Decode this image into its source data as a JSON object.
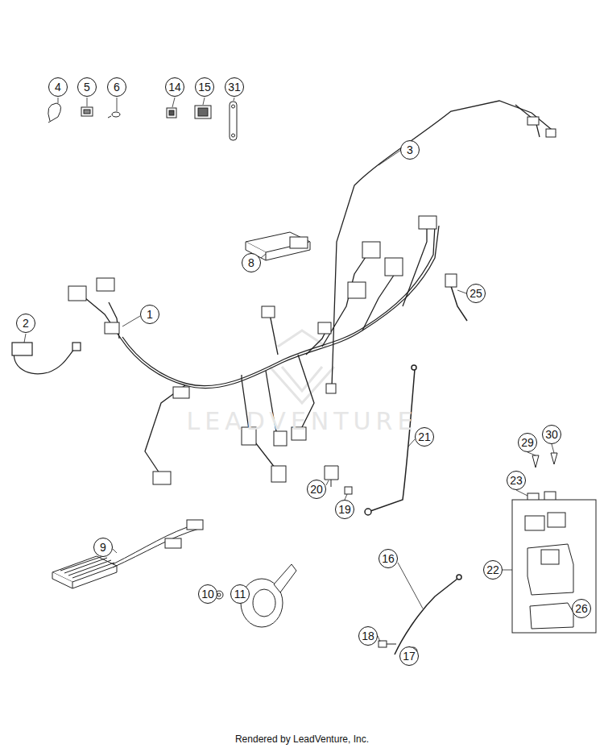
{
  "diagram": {
    "caption": "Rendered by LeadVenture, Inc.",
    "nodes": [
      {
        "text": [
          "4"
        ]
      },
      {
        "text": [
          "5"
        ]
      },
      {
        "text": [
          "6"
        ]
      },
      {
        "text": [
          "14"
        ]
      },
      {
        "text": [
          "15"
        ]
      },
      {
        "text": [
          "31"
        ]
      },
      {
        "text": [
          "3"
        ]
      },
      {
        "text": [
          "8"
        ]
      },
      {
        "text": [
          "25"
        ]
      },
      {
        "text": [
          "1"
        ]
      },
      {
        "text": [
          "2"
        ]
      },
      {
        "text": [
          "21"
        ]
      },
      {
        "text": [
          "30"
        ]
      },
      {
        "text": [
          "29"
        ]
      },
      {
        "text": [
          "23"
        ]
      },
      {
        "text": [
          "20"
        ]
      },
      {
        "text": [
          "19"
        ]
      },
      {
        "text": [
          "9"
        ]
      },
      {
        "text": [
          "16"
        ]
      },
      {
        "text": [
          "22"
        ]
      },
      {
        "text": [
          "10"
        ]
      },
      {
        "text": [
          "11"
        ]
      },
      {
        "text": [
          "26"
        ]
      },
      {
        "text": [
          "18"
        ]
      },
      {
        "text": [
          "17"
        ]
      }
    ],
    "labels": [
      "LEADVENTURE"
    ]
  }
}
